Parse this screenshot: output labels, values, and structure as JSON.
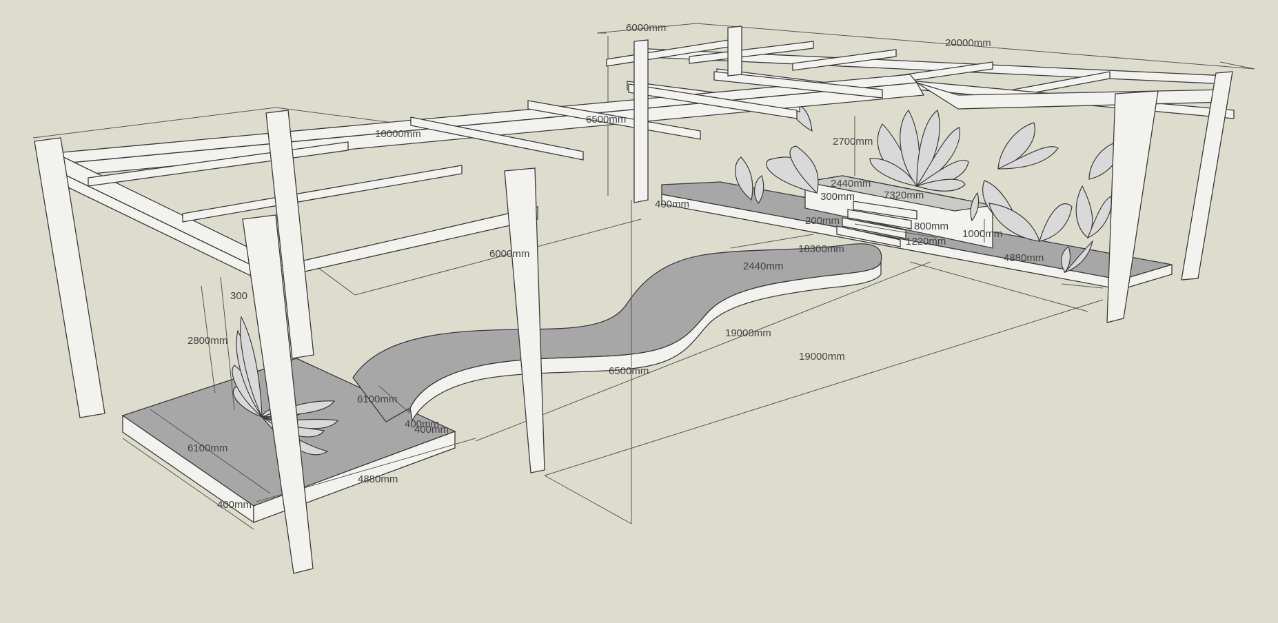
{
  "scene": {
    "background_color": "#dedccd",
    "surface_color": "#a7a7a7",
    "frame_color": "#f2f2ef",
    "edge_color": "#3a3a3a"
  },
  "dimensions": {
    "pergola_depth_top": "6000mm",
    "pergola_length_top": "20000mm",
    "pergola_length_front": "10000mm",
    "pergola_height_back": "6500mm",
    "pergola_depth_front": "6000mm",
    "bench_height": "2700mm",
    "step_width": "2440mm",
    "step_length": "7320mm",
    "step_depth": "300mm",
    "platform_edge_back": "400mm",
    "step_riser": "200mm",
    "step_height": "800mm",
    "step_tread": "1220mm",
    "platform_height": "1000mm",
    "path_span": "18300mm",
    "path_width": "2440mm",
    "platform_width_back": "4880mm",
    "left_panel_offset": "300",
    "left_sculpture_height": "2800mm",
    "total_length_1": "19000mm",
    "total_length_2": "19000mm",
    "pergola_height_front": "6500mm",
    "left_platform_width": "6100mm",
    "left_platform_depth": "6100mm",
    "path_edge_a": "400mm",
    "path_edge_b": "400mm",
    "left_platform_length": "4880mm",
    "left_platform_edge": "400mm"
  }
}
